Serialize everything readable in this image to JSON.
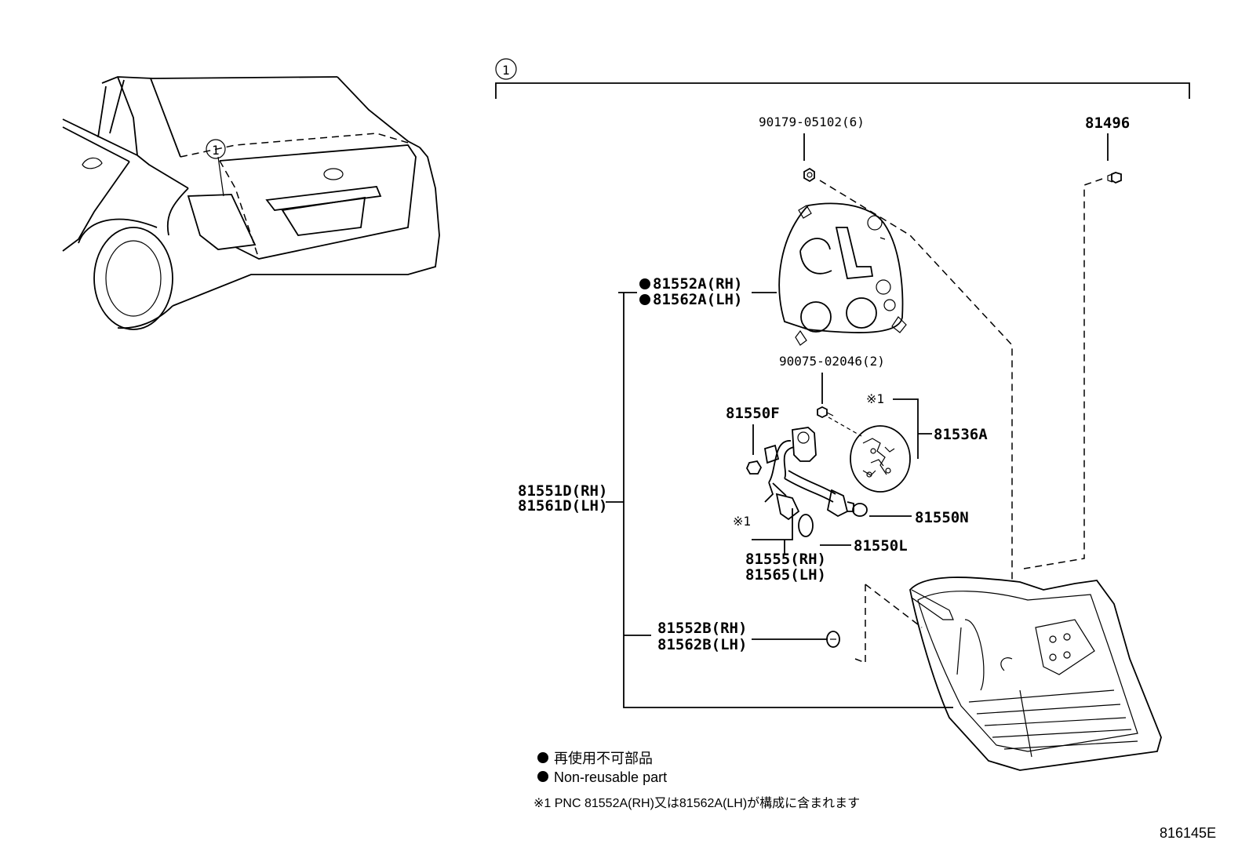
{
  "callout": "1",
  "parts": {
    "screw_bolt": "90179-05102(6)",
    "clip": "81496",
    "gasket_rh": "81552A(RH)",
    "gasket_lh": "81562A(LH)",
    "screw_2": "90075-02046(2)",
    "bulb_f": "81550F",
    "note_mark": "※1",
    "led_unit": "81536A",
    "socket_rh": "81551D(RH)",
    "socket_lh": "81561D(LH)",
    "bulb_n": "81550N",
    "socket_wire_rh": "81555(RH)",
    "socket_wire_lh": "81565(LH)",
    "bulb_l": "81550L",
    "cushion_rh": "81552B(RH)",
    "cushion_lh": "81562B(LH)"
  },
  "legend": {
    "jp": "再使用不可部品",
    "en": "Non-reusable part",
    "footnote": "※1 PNC 81552A(RH)又は81562A(LH)が構成に含まれます"
  },
  "figure_id": "816145E",
  "colors": {
    "ink": "#000000",
    "paper": "#ffffff"
  }
}
